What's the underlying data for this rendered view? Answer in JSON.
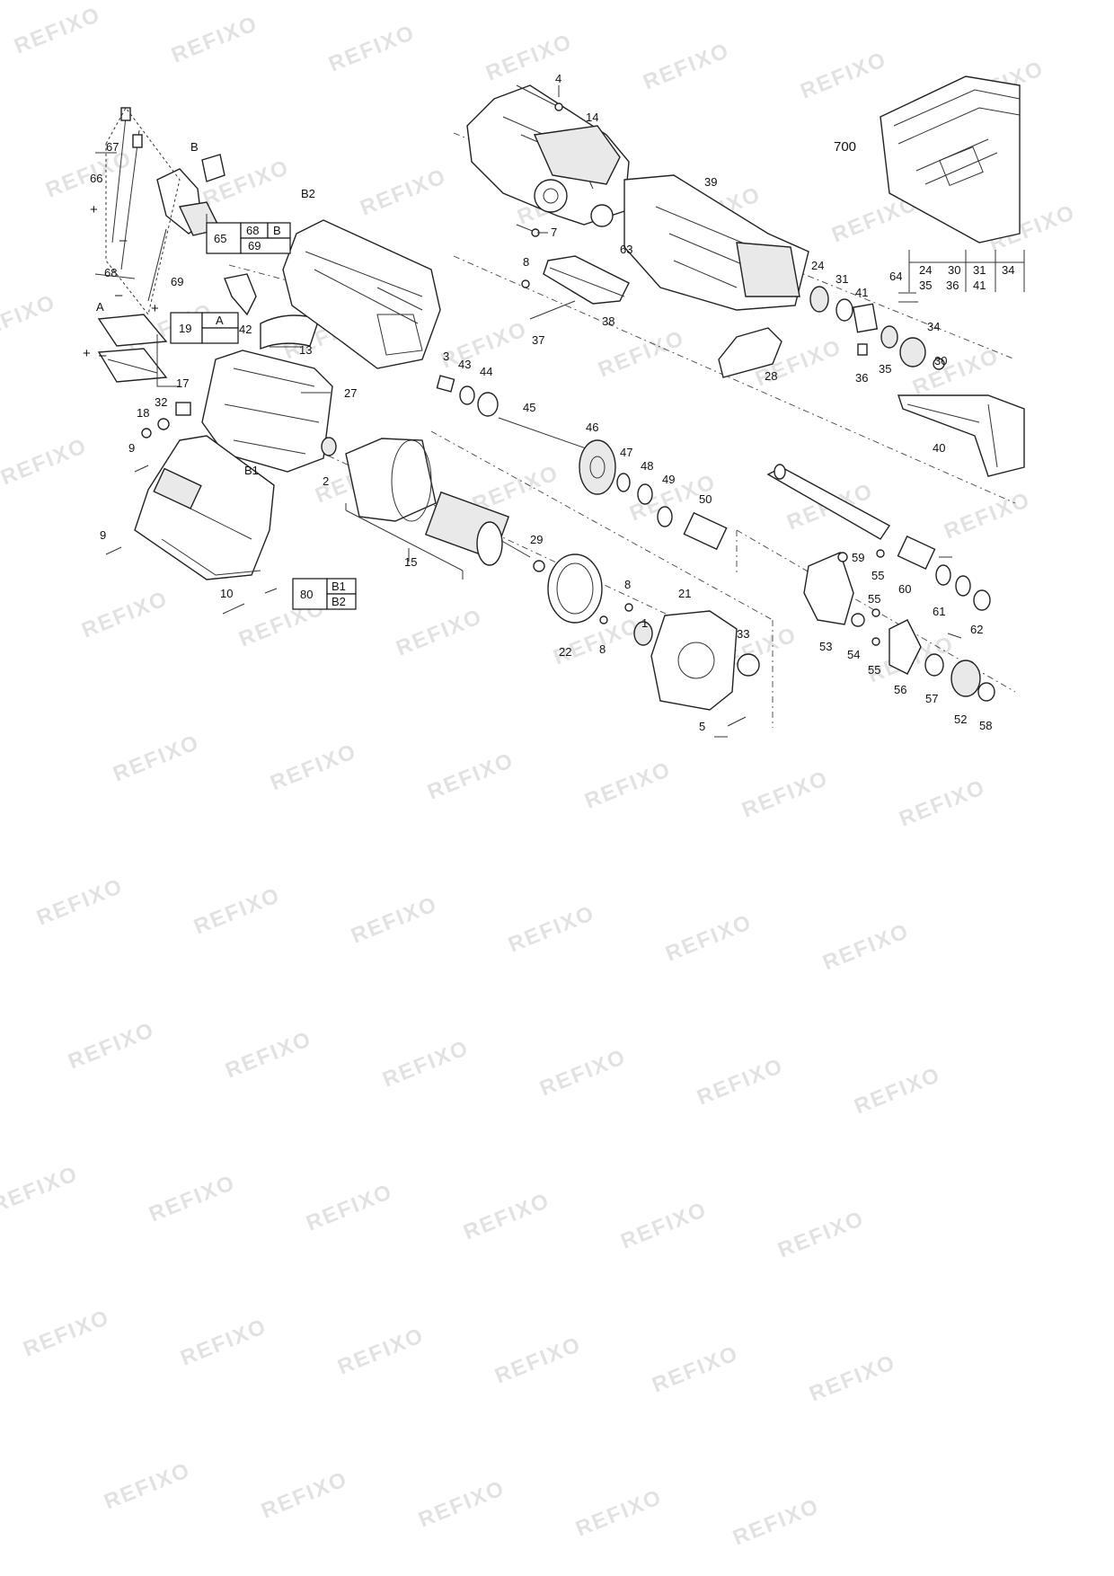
{
  "watermark": "REFIXO",
  "callouts": {
    "p2": "2",
    "p3": "3",
    "p4": "4",
    "p5": "5",
    "p7": "7",
    "p8a": "8",
    "p8b": "8",
    "p8c": "8",
    "p9a": "9",
    "p9b": "9",
    "p10": "10",
    "p13": "13",
    "p14": "14",
    "p15": "15",
    "p17": "17",
    "p18": "18",
    "p1": "1",
    "p21": "21",
    "p22": "22",
    "p24": "24",
    "p27": "27",
    "p28": "28",
    "p29": "29",
    "p30": "30",
    "p31": "31",
    "p32": "32",
    "p33": "33",
    "p34": "34",
    "p35": "35",
    "p36": "36",
    "p37": "37",
    "p38": "38",
    "p39": "39",
    "p40": "40",
    "p41": "41",
    "p42": "42",
    "p43": "43",
    "p44": "44",
    "p45": "45",
    "p46": "46",
    "p47": "47",
    "p48": "48",
    "p49": "49",
    "p50": "50",
    "p52": "52",
    "p53": "53",
    "p54": "54",
    "p55a": "55",
    "p55b": "55",
    "p55c": "55",
    "p56": "56",
    "p57": "57",
    "p58": "58",
    "p59": "59",
    "p60": "60",
    "p61": "61",
    "p62": "62",
    "p63": "63",
    "p64": "64",
    "p66": "66",
    "p67": "67",
    "p68": "68",
    "p69": "69",
    "p700": "700",
    "A": "A",
    "B": "B",
    "B1": "B1",
    "B2": "B2"
  },
  "polarity": {
    "plus": "+",
    "minus": "–"
  },
  "kits": {
    "k65": {
      "id": "65",
      "r1c1": "68",
      "r1c2": "B",
      "r2": "69"
    },
    "k19": {
      "id": "19",
      "r1": "A"
    },
    "k80": {
      "id": "80",
      "r1": "B1",
      "r2": "B2"
    },
    "k64": {
      "id": "64",
      "top": [
        "24",
        "30",
        "31",
        "34"
      ],
      "bottom": [
        "35",
        "36",
        "41"
      ]
    }
  }
}
